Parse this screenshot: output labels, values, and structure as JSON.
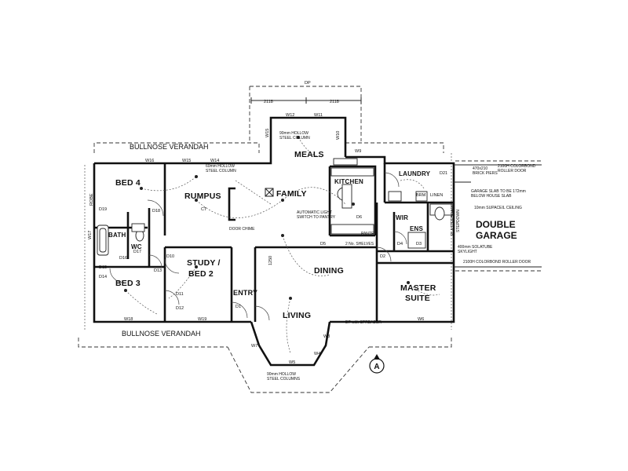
{
  "rooms": {
    "meals": "MEALS",
    "bed4": "BED 4",
    "rumpus": "RUMPUS",
    "family": "FAMILY",
    "kitchen": "KITCHEN",
    "laundry": "LAUNDRY",
    "bath": "BATH",
    "wc": "WC",
    "wir": "WIR",
    "ens": "ENS",
    "study_line1": "STUDY /",
    "study_line2": "BED 2",
    "bed3": "BED 3",
    "entry": "ENTRY",
    "dining": "DINING",
    "master_line1": "MASTER",
    "master_line2": "SUITE",
    "living": "LIVING",
    "garage_line1": "DOUBLE",
    "garage_line2": "GARAGE",
    "brm": "BRM",
    "linen": "LINEN"
  },
  "notes": {
    "bullnose_top": "BULLNOSE VERANDAH",
    "bullnose_bottom": "BULLNOSE VERANDAH",
    "hollow_meals_1": "90mm HOLLOW",
    "hollow_meals_2": "STEEL COLUMN",
    "hollow_rumpus_1": "60mm HOLLOW",
    "hollow_rumpus_2": "STEEL COLUMN",
    "hollow_living_1": "90mm HOLLOW",
    "hollow_living_2": "STEEL COLUMNS",
    "door_chime": "DOOR CHIME",
    "auto_light_1": "AUTOMATIC LIGHT",
    "auto_light_2": "SWITCH TO PANTRY",
    "shelves": "2 No. SHELVES",
    "brick_1": "470x210",
    "brick_2": "BRICK PIERS",
    "roller_top_1": "2100H COLORBOND",
    "roller_top_2": "ROLLER DOOR",
    "garage_slab_1": "GARAGE SLAB TO BE 172mm",
    "garage_slab_2": "BELOW HOUSE SLAB",
    "ceiling": "10mm SUPACEIL CEILING",
    "skylight_1": "400mm SOLATUBE",
    "skylight_2": "SKYLIGHT",
    "roller_bottom": "2100H COLORBOND ROLLER DOOR",
    "dp_spreader": "DP with SPREADER",
    "pantry": "PANTRY",
    "plasterboard_1": "PLASTERBOARD",
    "plasterboard_2": "STEPDOWN"
  },
  "tags": {
    "w16": "W16",
    "w15_left": "W15",
    "w14": "W14",
    "w12": "W12",
    "w11": "W11",
    "w15_meals": "W15",
    "w10": "W10",
    "w9": "W9",
    "w17": "W17",
    "w18": "W18",
    "w19": "W19",
    "w6": "W6",
    "w7": "W7",
    "w5": "W5",
    "w4": "W4",
    "w3": "W3",
    "d18": "D18",
    "d19": "D19",
    "d17": "D17",
    "d16": "D16",
    "d14": "D14",
    "d15": "D15",
    "d10": "D10",
    "d13": "D13",
    "d11": "D11",
    "d12": "D12",
    "d1": "D1",
    "d5": "D5",
    "d4": "D4",
    "d2": "D2",
    "d3": "D3",
    "d21": "D21",
    "d6": "D6",
    "ct": "CT",
    "dp": "DP",
    "dim_2118_a": "2118",
    "dim_2118_b": "2118",
    "dim_1250": "1250",
    "robe": "ROBE"
  },
  "north_marker": "A"
}
